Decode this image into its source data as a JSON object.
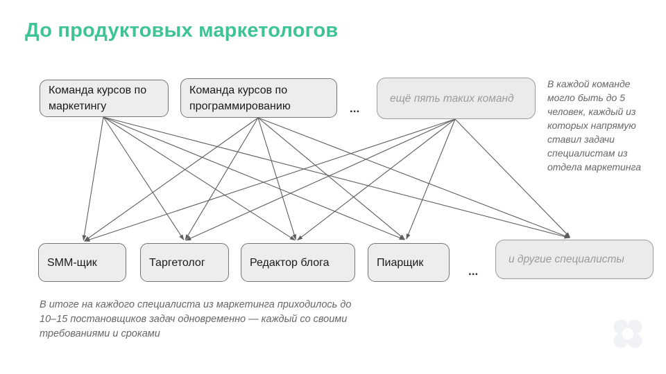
{
  "title": "До продуктовых маркетологов",
  "top_row": {
    "box_marketing": "Команда курсов по маркетингу",
    "box_programming": "Команда курсов по программированию",
    "ellipsis": "...",
    "box_more_teams": "ещё пять таких команд"
  },
  "bottom_row": {
    "box_smm": "SMM-щик",
    "box_target": "Таргетолог",
    "box_blog": "Редактор блога",
    "box_pr": "Пиарщик",
    "ellipsis": "...",
    "box_other": "и другие специалисты"
  },
  "side_note": {
    "lines": {
      "0": "В каждой команде",
      "1": "могло быть до 5",
      "2": "человек, каждый из",
      "3": "которых напрямую",
      "4": "ставил задачи",
      "5": "специалистам из",
      "6": "отдела маркетинга"
    }
  },
  "footer_note": {
    "lines": {
      "0": "В итоге на каждого специалиста из маркетинга приходилось до",
      "1": "10–15 постановщиков задач одновременно — каждый со своими",
      "2": "требованиями и сроками"
    }
  },
  "icons": {
    "logo": "practicum-flower-logo"
  },
  "colors": {
    "accent_green": "#3EC494",
    "box_fill": "#EDEDED",
    "box_border": "#757575",
    "muted_border": "#9C9C9C",
    "muted_text": "#9B9B9B",
    "note_text": "#666666",
    "arrow": "#5E5E5E",
    "logo_fill": "#F1F2F6"
  }
}
